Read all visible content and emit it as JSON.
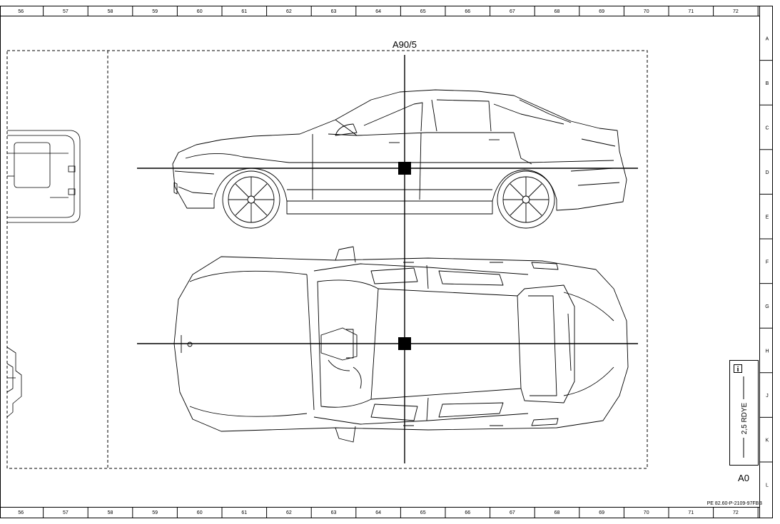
{
  "rulers": {
    "columns": [
      "56",
      "57",
      "58",
      "59",
      "60",
      "61",
      "62",
      "63",
      "64",
      "65",
      "66",
      "67",
      "68",
      "69",
      "70",
      "71",
      "72"
    ],
    "rows": [
      "A",
      "B",
      "C",
      "D",
      "E",
      "F",
      "G",
      "H",
      "J",
      "K",
      "L"
    ]
  },
  "diagram": {
    "component_label": "A90/5",
    "document_code": "PE 82.60-P-2109-97FBB",
    "legend": {
      "info_icon": "info-icon",
      "wire_label": "2,5 RDYE",
      "component_id": "A0"
    }
  },
  "colors": {
    "line": "#000000",
    "background": "#ffffff"
  }
}
